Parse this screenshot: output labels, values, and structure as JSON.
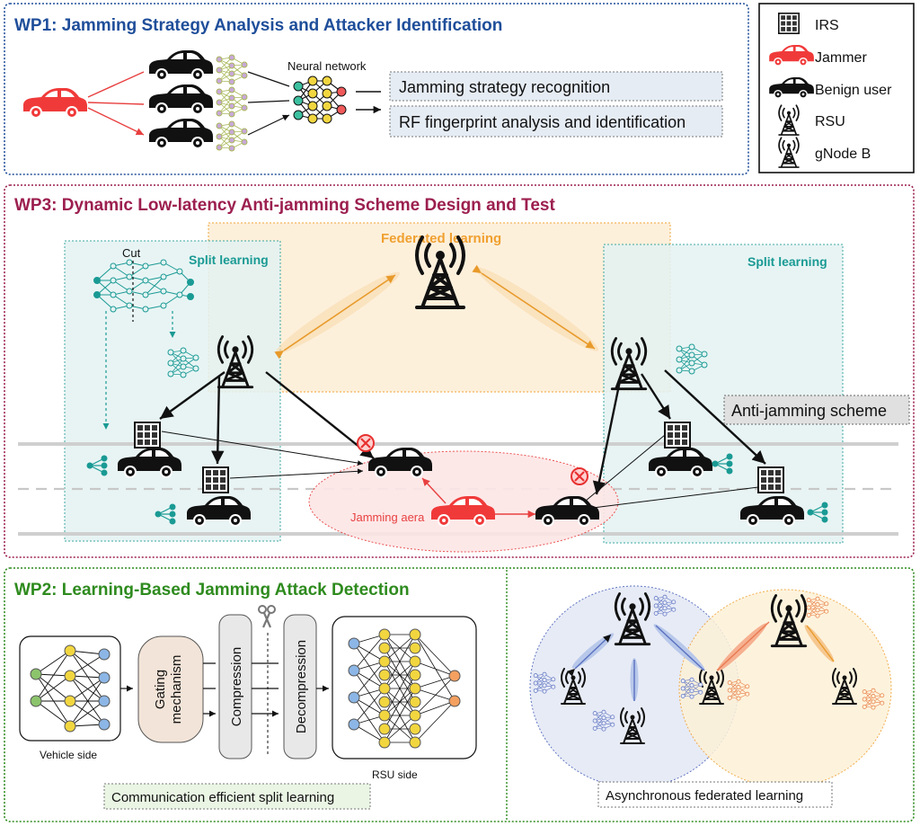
{
  "wp1": {
    "title": "WP1: Jamming Strategy Analysis and Attacker Identification",
    "nn_label": "Neural network",
    "out1": "Jamming strategy recognition",
    "out2": "RF fingerprint analysis and identification"
  },
  "legend": {
    "items": [
      {
        "label": "IRS",
        "icon": "irs-icon"
      },
      {
        "label": "Jammer",
        "icon": "jammer-car-icon"
      },
      {
        "label": "Benign user",
        "icon": "benign-car-icon"
      },
      {
        "label": "RSU",
        "icon": "rsu-icon"
      },
      {
        "label": "gNode B",
        "icon": "gnodeb-icon"
      }
    ]
  },
  "wp3": {
    "title": "WP3: Dynamic Low-latency Anti-jamming Scheme Design and Test",
    "cut": "Cut",
    "split_left": "Split learning",
    "split_right": "Split learning",
    "federated": "Federated learning",
    "anti": "Anti-jamming scheme",
    "jam_area": "Jamming aera"
  },
  "wp2": {
    "title": "WP2: Learning-Based Jamming Attack Detection",
    "gating": [
      "Gating",
      "mechanism"
    ],
    "compression": "Compression",
    "decompression": "Decompression",
    "vehicle_side": "Vehicle side",
    "rsu_side": "RSU side",
    "split_caption": "Communication efficient split learning",
    "fed_caption": "Asynchronous federated learning"
  },
  "colors": {
    "wp1": "#1f4e9a",
    "wp3": "#9c1f4f",
    "wp2": "#2e8b1e",
    "teal": "#1a9a94",
    "orange": "#f0a030",
    "jammer": "#f03a3a"
  }
}
